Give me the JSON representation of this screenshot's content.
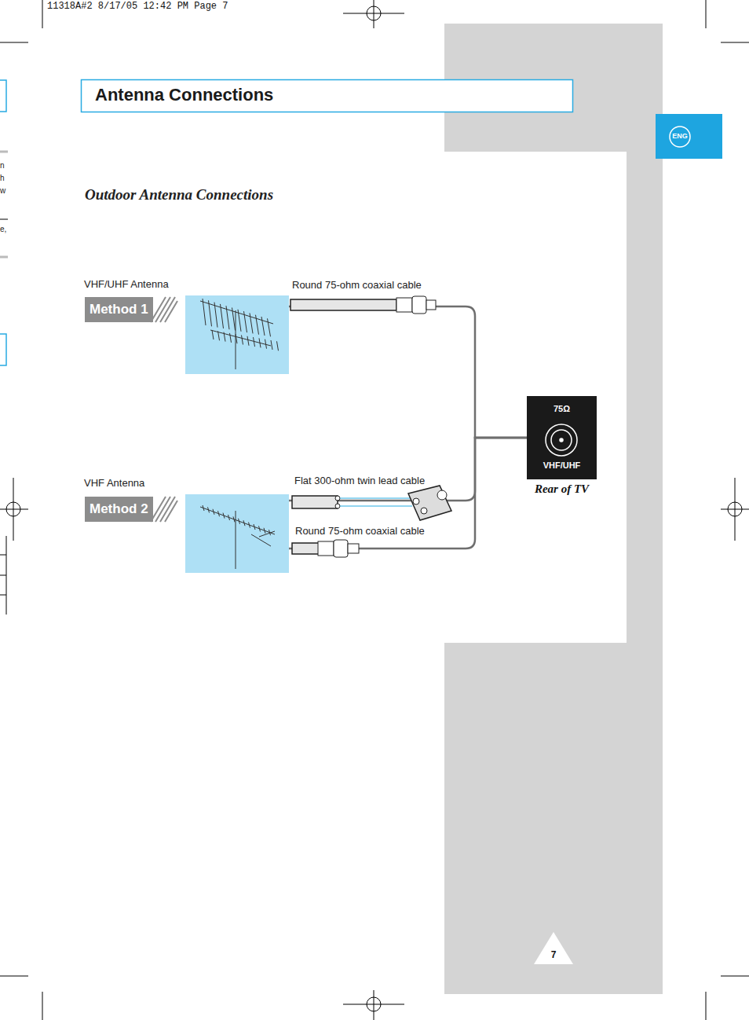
{
  "diagram": {
    "title": "Antenna Connections",
    "nodes": [
      {
        "text": [
          "ENG"
        ]
      },
      {
        "text": [
          "VHF/UHF Antenna"
        ]
      },
      {
        "text": [
          "Method 1"
        ]
      },
      {
        "text": [
          "VHF Antenna"
        ]
      },
      {
        "text": [
          "Method 2"
        ]
      },
      {
        "text": [
          "75Ω",
          "VHF/UHF",
          "Rear of TV"
        ]
      },
      {
        "text": [
          "7"
        ]
      }
    ],
    "edges": [
      {
        "from": 1,
        "to": 5,
        "arrow": "none",
        "label": "Round 75-ohm coaxial cable"
      },
      {
        "from": 3,
        "to": 5,
        "arrow": "none",
        "label": "Flat 300-ohm twin lead cable"
      },
      {
        "from": 3,
        "to": 5,
        "arrow": "none",
        "label": "Round 75-ohm coaxial cable"
      }
    ],
    "labels": [
      "11318A#2  8/17/05  12:42 PM  Page 7",
      "Outdoor Antenna Connections",
      "n",
      "h",
      "w",
      "e,"
    ]
  }
}
